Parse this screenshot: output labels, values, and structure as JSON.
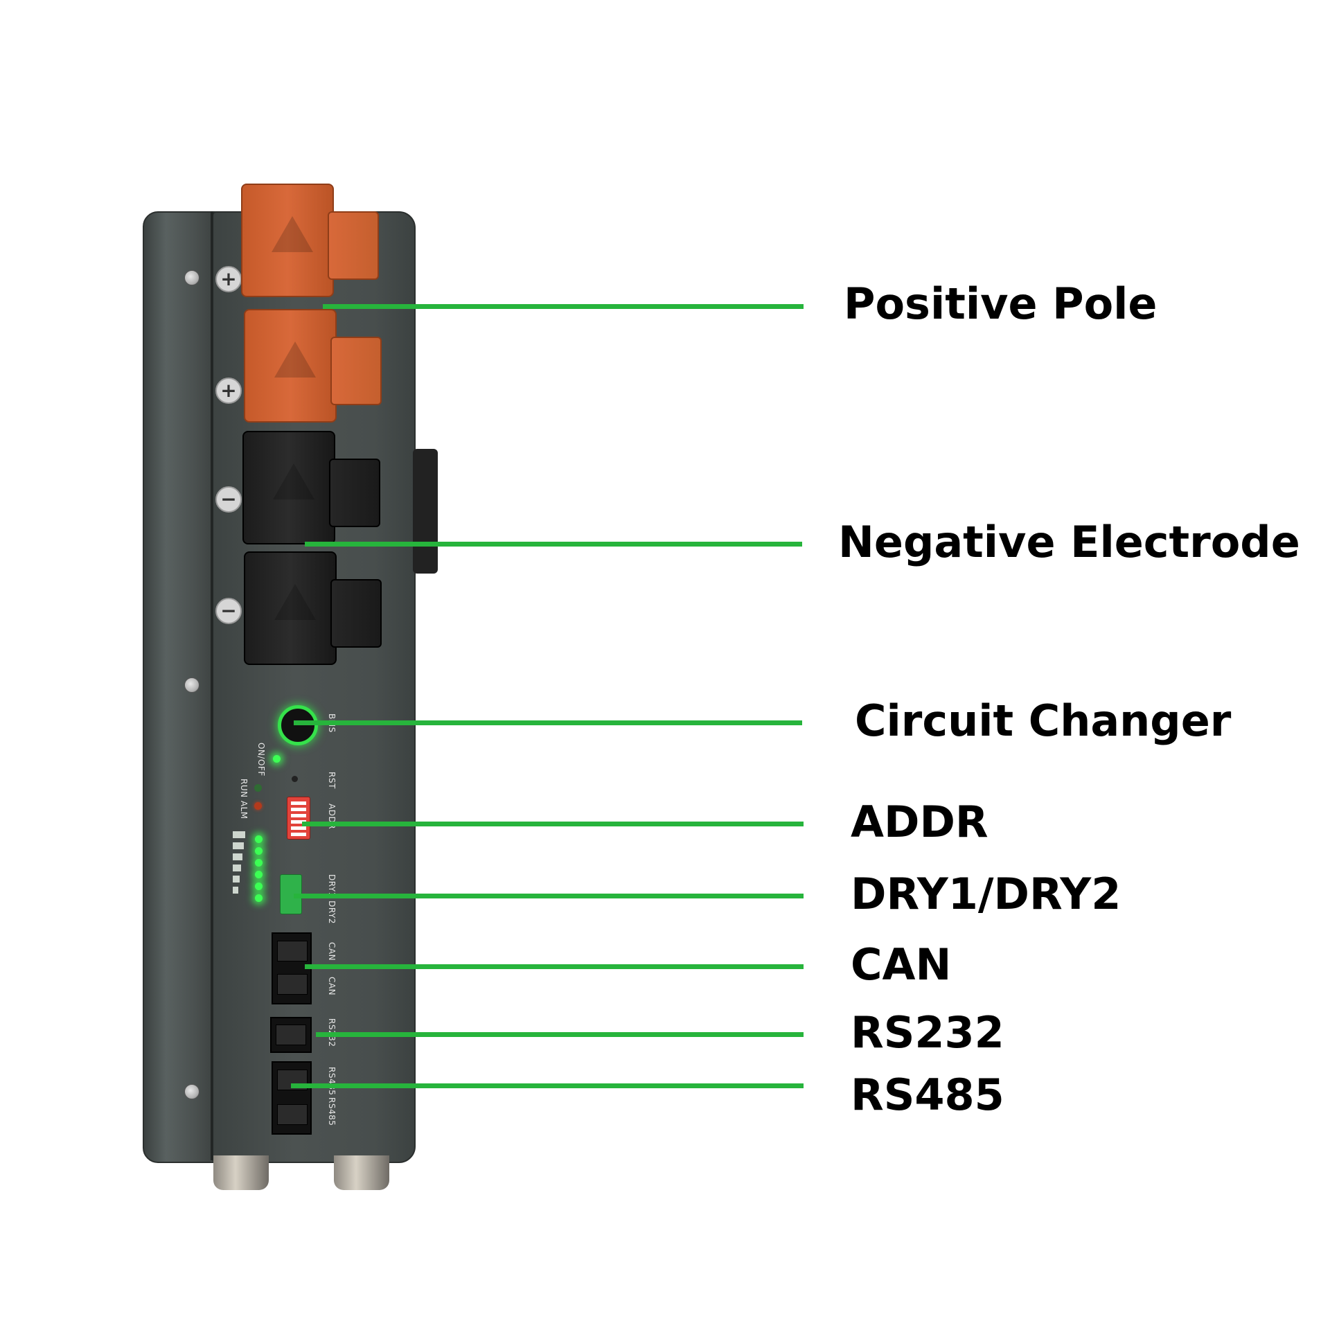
{
  "callouts": [
    {
      "label": "Positive Pole"
    },
    {
      "label": "Negative Electrode"
    },
    {
      "label": "Circuit Changer"
    },
    {
      "label": "ADDR"
    },
    {
      "label": "DRY1/DRY2"
    },
    {
      "label": "CAN"
    },
    {
      "label": "RS232"
    },
    {
      "label": "RS485"
    }
  ],
  "panel_labels": {
    "bms": "BMS",
    "on_off": "ON/OFF",
    "rst": "RST",
    "run_alm": "RUN ALM",
    "addr": "ADDR",
    "dry": "DRY1 DRY2",
    "can1": "CAN",
    "can2": "CAN",
    "rs232": "RS232",
    "rs485_1": "RS485",
    "rs485_2": "RS485"
  },
  "pole_signs": {
    "positive": "+",
    "negative": "−"
  },
  "colors": {
    "leader_line": "#27b43c",
    "connector_positive": "#d8693a",
    "connector_negative": "#1f1f1f",
    "housing": "#484e4d",
    "led_on": "#3dff55"
  },
  "soc_leds_lit": 6,
  "soc_leds_total": 6
}
